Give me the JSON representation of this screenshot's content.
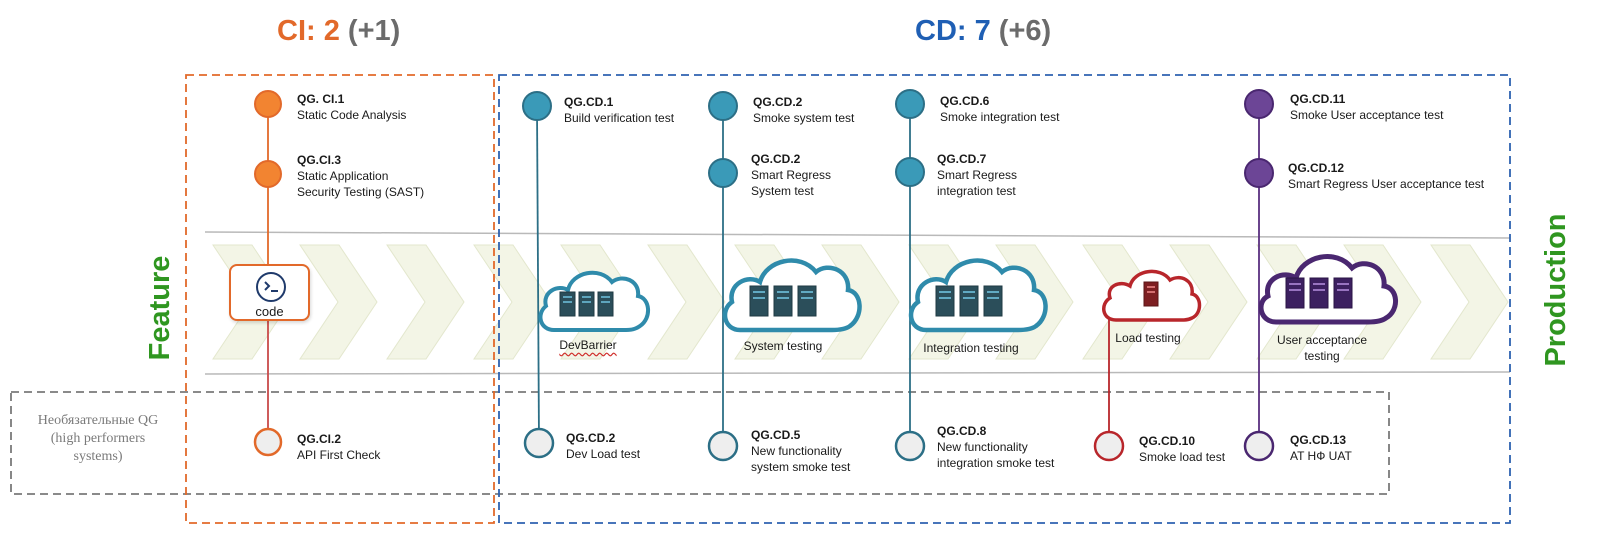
{
  "header": {
    "ci": {
      "label": "CI: 2",
      "delta": "(+1)",
      "color": "#e2692a"
    },
    "cd": {
      "label": "CD: 7",
      "delta": "(+6)",
      "color": "#1f5fb4"
    }
  },
  "side_labels": {
    "left": "Feature",
    "right": "Production"
  },
  "optional_zone": {
    "label_line1": "Необязательные QG",
    "label_line2": "(high performers",
    "label_line3": "systems)"
  },
  "code_node": {
    "label": "code",
    "icon": "terminal-icon"
  },
  "stages": {
    "devbarrier": {
      "label": "DevBarrier",
      "color": "#2f8bab",
      "icon": "cloud-servers-icon"
    },
    "system": {
      "label": "System testing",
      "color": "#2f8bab",
      "icon": "cloud-servers-icon"
    },
    "integration": {
      "label": "Integration testing",
      "color": "#2f8bab",
      "icon": "cloud-servers-icon"
    },
    "load": {
      "label": "Load testing",
      "color": "#b8262b",
      "icon": "cloud-server-icon"
    },
    "uat": {
      "label_line1": "User acceptance",
      "label_line2": "testing",
      "color": "#5a2f80",
      "icon": "cloud-servers-icon"
    }
  },
  "colors": {
    "ci_orange": "#f28431",
    "ci_border": "#e2692a",
    "cd_teal": "#3a9ab8",
    "cd_red": "#b8262b",
    "cd_purple": "#6c4596",
    "cd_border": "#2e62b0",
    "optional_fill": "#e8e8e8"
  },
  "gates": {
    "ci1": {
      "id": "QG. CI.1",
      "name1": "Static Code Analysis"
    },
    "ci3": {
      "id": "QG.CI.3",
      "name1": "Static Application",
      "name2": "Security Testing (SAST)"
    },
    "ci2": {
      "id": "QG.CI.2",
      "name1": "API First Check"
    },
    "cd1": {
      "id": "QG.CD.1",
      "name1": "Build verification test"
    },
    "cd2_top": {
      "id": "QG.CD.2",
      "name1": "Smoke system test"
    },
    "cd2_mid": {
      "id": "QG.CD.2",
      "name1": "Smart Regress",
      "name2": "System test"
    },
    "cd6": {
      "id": "QG.CD.6",
      "name1": "Smoke integration test"
    },
    "cd7": {
      "id": "QG.CD.7",
      "name1": "Smart Regress",
      "name2": "integration test"
    },
    "cd11": {
      "id": "QG.CD.11",
      "name1": "Smoke User acceptance test"
    },
    "cd12": {
      "id": "QG.CD.12",
      "name1": "Smart Regress User acceptance test"
    },
    "cd2_bot": {
      "id": "QG.CD.2",
      "name1": "Dev Load test"
    },
    "cd5": {
      "id": "QG.CD.5",
      "name1": "New functionality",
      "name2": "system smoke test"
    },
    "cd8": {
      "id": "QG.CD.8",
      "name1": "New functionality",
      "name2": "integration smoke test"
    },
    "cd10": {
      "id": "QG.CD.10",
      "name1": "Smoke load test"
    },
    "cd13": {
      "id": "QG.CD.13",
      "name1": "AT НФ UAT"
    }
  }
}
